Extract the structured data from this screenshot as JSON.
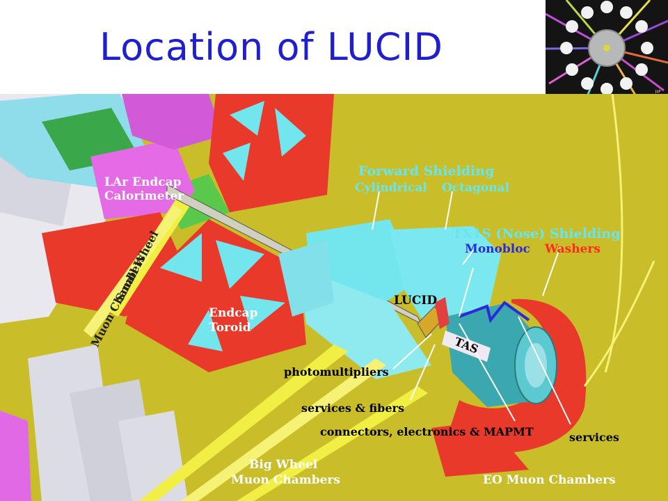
{
  "slide": {
    "title": "Location of LUCID",
    "logo_caption": "JLP"
  },
  "colors": {
    "title": "#1f1fd0",
    "background": "#c9bd2a",
    "shielding": "#72e6ec",
    "toroid": "#e8392b",
    "calorimeter": "#e46ae6",
    "label_white": "#ffffff",
    "label_black": "#000000",
    "label_cyan": "#66e6f2",
    "label_red": "#ff2a1a",
    "label_blue": "#2a2ad8"
  },
  "labels": {
    "lar_endcap": "LAr Endcap",
    "calorimeter": "Calorimeter",
    "forward_shielding": "Forward Shielding",
    "cylindrical": "Cylindrical",
    "octagonal": "Octagonal",
    "tx1s": "TX1S (Nose) Shielding",
    "monobloc": "Monobloc",
    "washers": "Washers",
    "small_wheel": "Small Wheel",
    "muon_chambers": "Muon Chambers",
    "endcap": "Endcap",
    "toroid": "Toroid",
    "lucid": "LUCID",
    "tas": "TAS",
    "photomultipliers": "photomultipliers",
    "services_fibers": "services & fibers",
    "connectors": "connectors, electronics & MAPMT",
    "services": "services",
    "big_wheel": "Big Wheel",
    "big_wheel_muon": "Muon Chambers",
    "eo_muon": "EO Muon Chambers"
  }
}
